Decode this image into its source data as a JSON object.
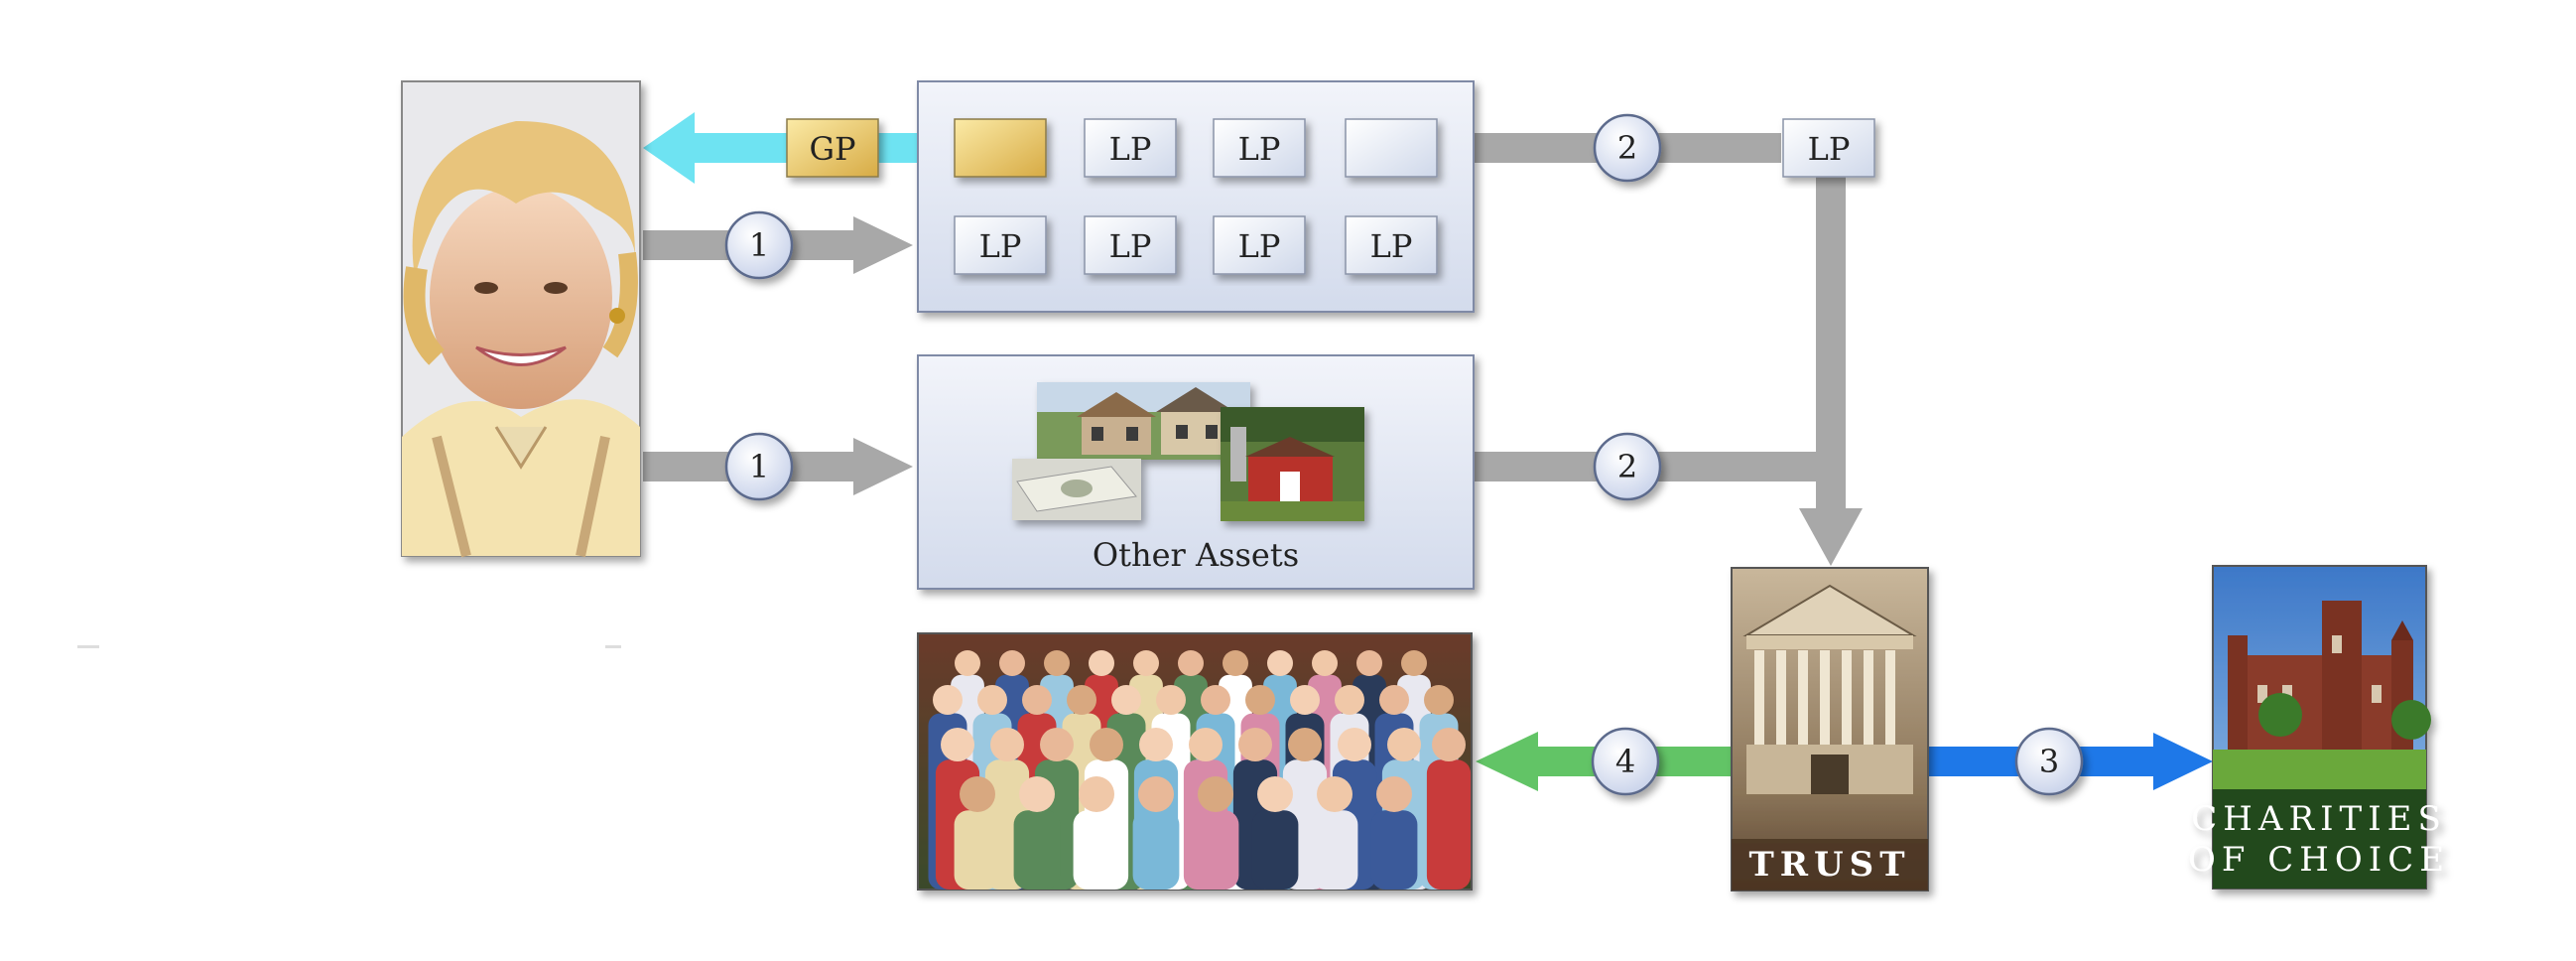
{
  "boxes": {
    "gp_label": "GP",
    "lp_label": "LP",
    "other_assets_label": "Other Assets"
  },
  "steps": {
    "one": "1",
    "two": "2",
    "three": "3",
    "four": "4"
  },
  "trust_label": "TRUST",
  "charity": {
    "line1": "CHARITIES",
    "line2": "OF CHOICE"
  },
  "colors": {
    "cyan_arrow": "#6ee3f2",
    "gray_arrow": "#a8a8a8",
    "blue_arrow": "#1e78e8",
    "green_arrow": "#62c466",
    "panel_fill": "#e3e8f3",
    "gold_box": "#e8c86a"
  },
  "icons": {
    "grantor": "senior-woman-photo",
    "assets": "house-farm-cash-photo",
    "family": "family-group-photo",
    "trust": "courthouse-photo",
    "charity": "castle-photo"
  }
}
